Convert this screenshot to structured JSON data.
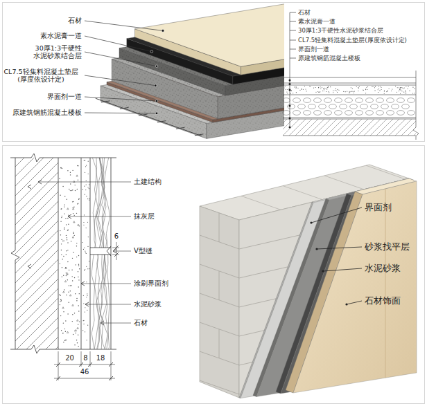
{
  "diagram": {
    "labels": [
      "石材",
      "素水泥膏一道",
      "30厚1:3干硬性 水泥砂浆结合层",
      "CL7.5轻集料混凝土垫层 (厚度依设计定)",
      "界面剂一道",
      "原建筑钢筋混凝土楼板",
      "石材",
      "素水泥膏一道",
      "30厚1:3干硬性水泥砂浆结合层",
      "CL7.5轻集料混凝土垫层(厚度依设计定)",
      "界面剂一道",
      "原建筑钢筋混凝土楼板",
      "土建结构",
      "抹灰层",
      "6",
      "V型缝",
      "涂刷界面剂",
      "水泥砂浆",
      "石材",
      "20",
      "8",
      "18",
      "46",
      "界面剂",
      "砂浆找平层",
      "水泥砂浆",
      "石材饰面"
    ]
  }
}
